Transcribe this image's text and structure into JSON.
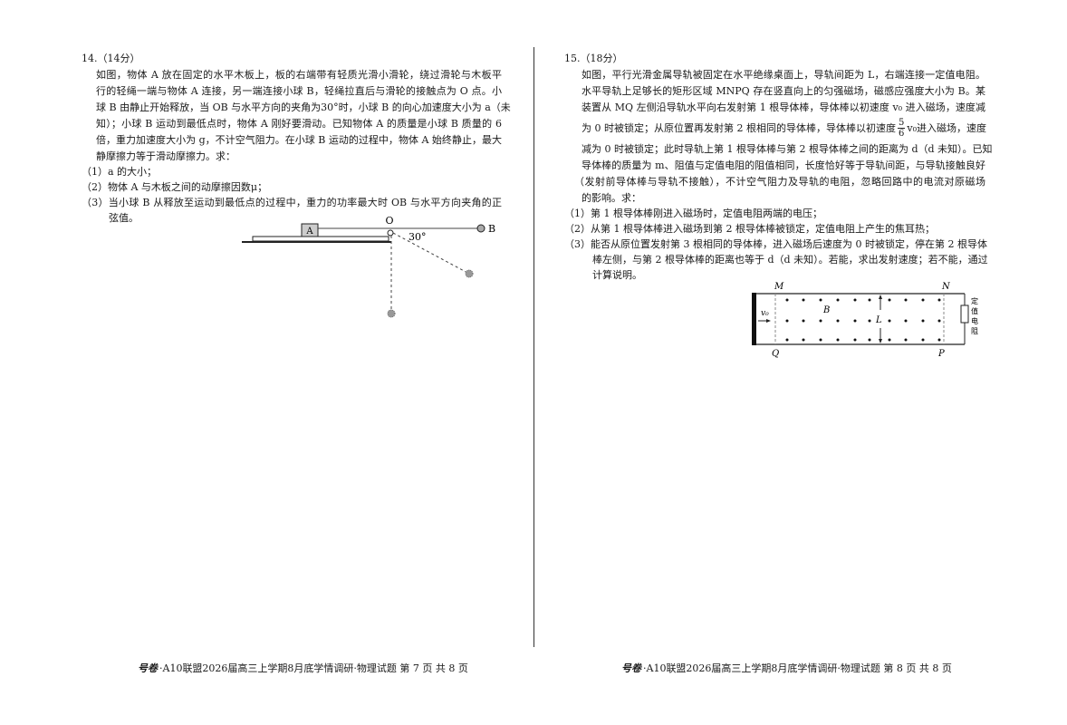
{
  "q14": {
    "header": "14.（14分）",
    "lines": [
      "如图，物体 A 放在固定的水平木板上，板的右端带有轻质光滑小滑轮，绕过滑轮与木板平",
      "行的轻绳一端与物体 A 连接，另一端连接小球 B，轻绳拉直后与滑轮的接触点为 O 点。小",
      "球 B 由静止开始释放，当 OB 与水平方向的夹角为30°时，小球 B 的向心加速度大小为 a（未",
      "知）；小球 B 运动到最低点时，物体 A 刚好要滑动。已知物体 A 的质量是小球 B 质量的 6",
      "倍，重力加速度大小为 g，不计空气阻力。在小球 B 运动的过程中，物体 A 始终静止，最大",
      "静摩擦力等于滑动摩擦力。求："
    ],
    "sub": [
      "（1）a 的大小；",
      "（2）物体 A 与木板之间的动摩擦因数μ；",
      "（3）当小球 B 从释放至运动到最低点的过程中，重力的功率最大时 OB 与水平方向夹角的正"
    ],
    "sub3_cont": "弦值。",
    "figure": {
      "block": "A",
      "point_o": "O",
      "ball": "B",
      "angle": "30°"
    }
  },
  "q15": {
    "header": "15.（18分）",
    "lines": [
      "如图，平行光滑金属导轨被固定在水平绝缘桌面上，导轨间距为 L，右端连接一定值电阻。",
      "水平导轨上足够长的矩形区域 MNPQ 存在竖直向上的匀强磁场，磁感应强度大小为 B。某",
      "装置从 MQ 左侧沿导轨水平向右发射第 1 根导体棒，导体棒以初速度 v₀ 进入磁场，速度减"
    ],
    "line4_a": "为 0 时被锁定；从原位置再发射第 2 根相同的导体棒，导体棒以初速度",
    "frac_num": "5",
    "frac_den": "6",
    "line4_b": "v₀进入磁场，速度",
    "lines2": [
      "减为 0 时被锁定；此时导轨上第 1 根导体棒与第 2 根导体棒之间的距离为 d（d 未知）。已知",
      "导体棒的质量为 m、阻值与定值电阻的阻值相同，长度恰好等于导轨间距，与导轨接触良好",
      "（发射前导体棒与导轨不接触），不计空气阻力及导轨的电阻，忽略回路中的电流对原磁场",
      "的影响。求："
    ],
    "sub": [
      "（1）第 1 根导体棒刚进入磁场时，定值电阻两端的电压；",
      "（2）从第 1 根导体棒进入磁场到第 2 根导体棒被锁定，定值电阻上产生的焦耳热；",
      "（3）能否从原位置发射第 3 根相同的导体棒，进入磁场后速度为 0 时被锁定，停在第 2 根导体"
    ],
    "sub3_cont": [
      "棒左侧，与第 2 根导体棒的距离也等于 d（d 未知）。若能，求出发射速度；若不能，通过",
      "计算说明。"
    ],
    "figure": {
      "M": "M",
      "N": "N",
      "P": "P",
      "Q": "Q",
      "B": "B",
      "L": "L",
      "v0": "v₀",
      "resistor": [
        "定",
        "值",
        "电",
        "阻"
      ]
    }
  },
  "footer_left": {
    "logo": "号卷",
    "text": "·A10联盟2026届高三上学期8月底学情调研·物理试题  第 7 页  共 8 页"
  },
  "footer_right": {
    "logo": "号卷",
    "text": "·A10联盟2026届高三上学期8月底学情调研·物理试题  第 8 页  共 8 页"
  }
}
